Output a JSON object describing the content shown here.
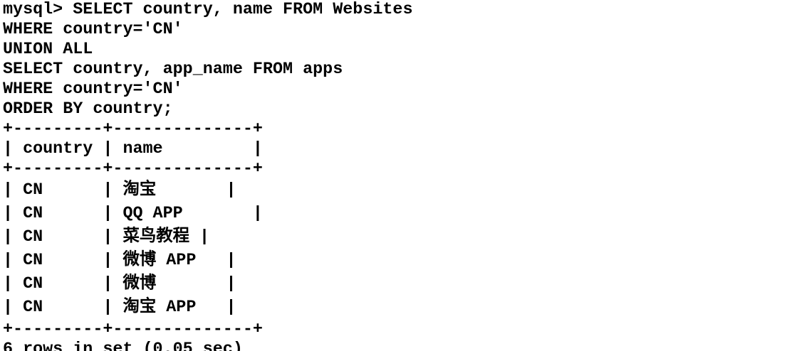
{
  "terminal": {
    "colors": {
      "background": "#ffffff",
      "text": "#000000"
    },
    "query": {
      "prompt": "mysql>",
      "sql": "SELECT country, name FROM Websites WHERE country='CN' UNION ALL SELECT country, app_name FROM apps WHERE country='CN' ORDER BY country;"
    },
    "result_table": {
      "columns": [
        "country",
        "name"
      ],
      "rows": [
        {
          "country": "CN",
          "name": "淘宝"
        },
        {
          "country": "CN",
          "name": "QQ APP"
        },
        {
          "country": "CN",
          "name": "菜鸟教程"
        },
        {
          "country": "CN",
          "name": "微博 APP"
        },
        {
          "country": "CN",
          "name": "微博"
        },
        {
          "country": "CN",
          "name": "淘宝 APP"
        }
      ],
      "row_count": 6,
      "elapsed_seconds": 0.05
    },
    "status_line": "6 rows in set (0.05 sec)",
    "render_lines": [
      "mysql> SELECT country, name FROM Websites",
      "WHERE country='CN'",
      "UNION ALL",
      "SELECT country, app_name FROM apps",
      "WHERE country='CN'",
      "ORDER BY country;",
      "+---------+--------------+",
      "| country | name         |",
      "+---------+--------------+",
      "| CN      | 淘宝       |",
      "| CN      | QQ APP       |",
      "| CN      | 菜鸟教程 |",
      "| CN      | 微博 APP   |",
      "| CN      | 微博       |",
      "| CN      | 淘宝 APP   |",
      "+---------+--------------+",
      "6 rows in set (0.05 sec)"
    ]
  }
}
